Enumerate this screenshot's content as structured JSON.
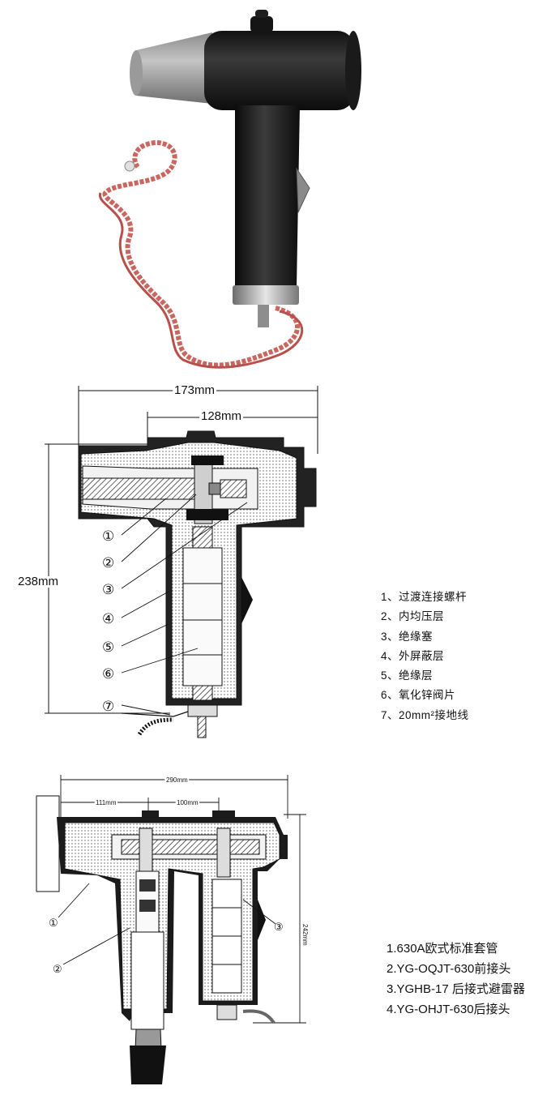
{
  "diagram1": {
    "dim_width_total": "173mm",
    "dim_width_partial": "128mm",
    "dim_height": "238mm",
    "callouts": [
      "①",
      "②",
      "③",
      "④",
      "⑤",
      "⑥",
      "⑦"
    ]
  },
  "legend1": [
    "1、过渡连接螺杆",
    "2、内均压层",
    "3、绝缘塞",
    "4、外屏蔽层",
    "5、绝缘层",
    "6、氧化锌阀片",
    "7、20mm²接地线"
  ],
  "diagram2": {
    "dim_total": "290mm",
    "dim_left": "111mm",
    "dim_mid": "100mm",
    "dim_height": "242mm",
    "callouts": [
      "①",
      "②",
      "③"
    ]
  },
  "legend2": [
    "1.630A欧式标准套管",
    "2.YG-OQJT-630前接头",
    "3.YGHB-17 后接式避雷器",
    "4.YG-OHJT-630后接头"
  ]
}
